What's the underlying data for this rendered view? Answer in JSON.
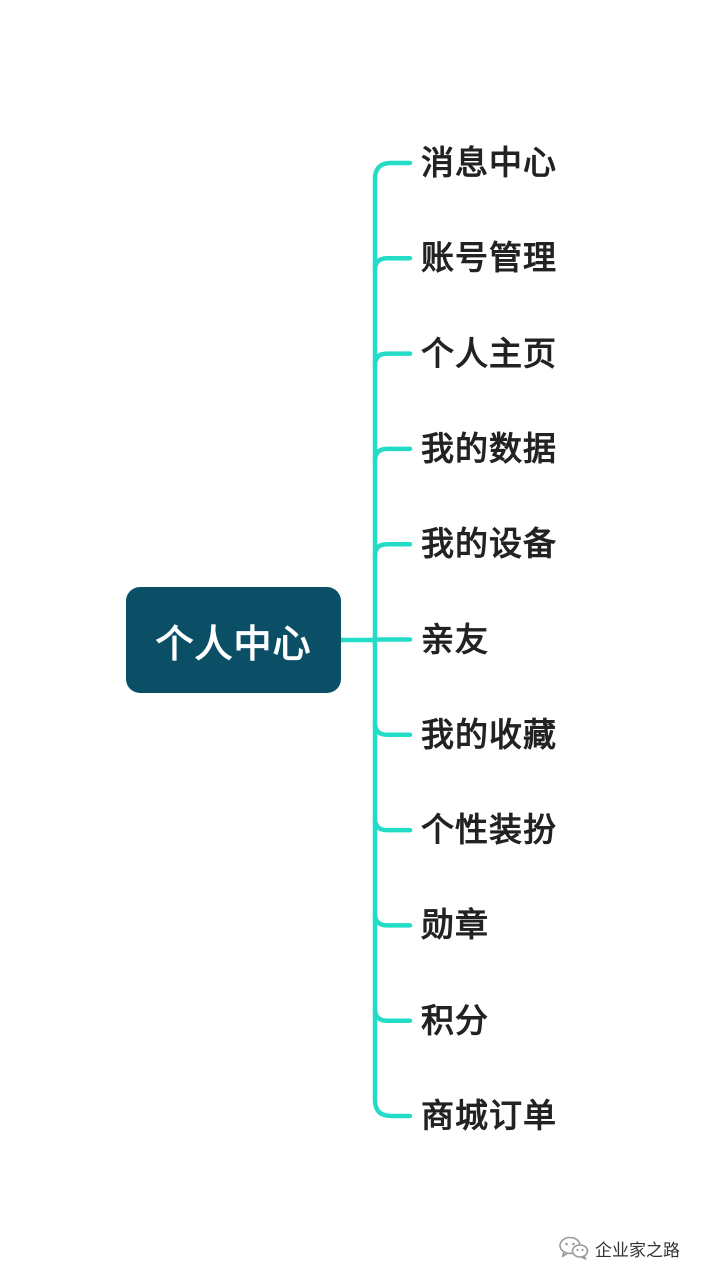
{
  "mindmap": {
    "root": {
      "label": "个人中心"
    },
    "branches": [
      {
        "label": "消息中心"
      },
      {
        "label": "账号管理"
      },
      {
        "label": "个人主页"
      },
      {
        "label": "我的数据"
      },
      {
        "label": "我的设备"
      },
      {
        "label": "亲友"
      },
      {
        "label": "我的收藏"
      },
      {
        "label": "个性装扮"
      },
      {
        "label": "勋章"
      },
      {
        "label": "积分"
      },
      {
        "label": "商城订单"
      }
    ]
  },
  "watermark": {
    "label": "企业家之路",
    "icon": "wechat-icon"
  },
  "colors": {
    "root_fill": "#0b4f67",
    "connector": "#22dcc8",
    "label_text": "#222222"
  }
}
